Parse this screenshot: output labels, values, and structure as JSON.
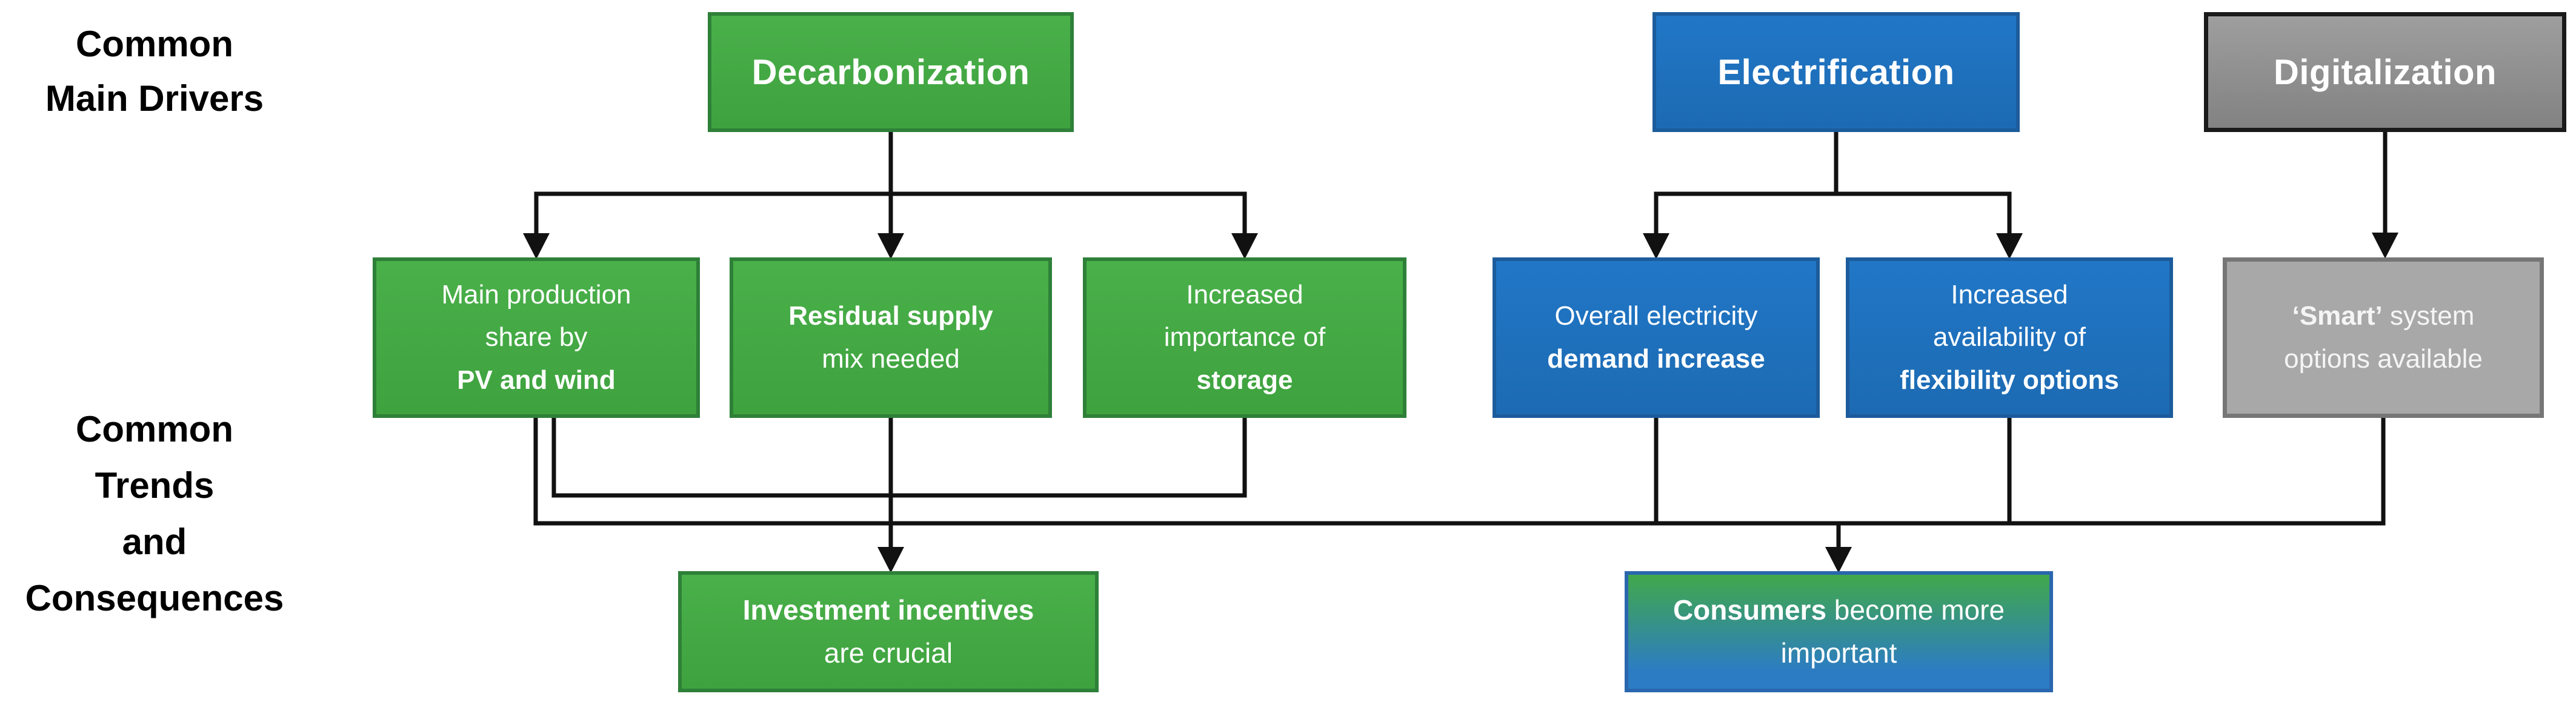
{
  "side_labels": {
    "main_drivers": {
      "lines": [
        "Common",
        "Main Drivers"
      ]
    },
    "trends": {
      "lines": [
        "Common",
        "Trends",
        "and",
        "Consequences"
      ]
    }
  },
  "drivers": [
    {
      "label": "Decarbonization",
      "color": "#41a941"
    },
    {
      "label": "Electrification",
      "color": "#1e73be"
    },
    {
      "label": "Digitalization",
      "color": "#8f8f8f"
    }
  ],
  "trend_nodes": [
    {
      "lines": [
        [
          {
            "t": "Main production",
            "b": false
          }
        ],
        [
          {
            "t": "share by",
            "b": false
          }
        ],
        [
          {
            "t": "PV and wind",
            "b": true
          }
        ]
      ],
      "color": "#41a941"
    },
    {
      "lines": [
        [
          {
            "t": "Residual supply",
            "b": true
          }
        ],
        [
          {
            "t": "mix needed",
            "b": false
          }
        ]
      ],
      "color": "#41a941"
    },
    {
      "lines": [
        [
          {
            "t": "Increased",
            "b": false
          }
        ],
        [
          {
            "t": "importance of",
            "b": false
          }
        ],
        [
          {
            "t": "storage",
            "b": true
          }
        ]
      ],
      "color": "#41a941"
    },
    {
      "lines": [
        [
          {
            "t": "Overall electricity",
            "b": false
          }
        ],
        [
          {
            "t": "demand increase",
            "b": true
          }
        ]
      ],
      "color": "#1e73be"
    },
    {
      "lines": [
        [
          {
            "t": "Increased",
            "b": false
          }
        ],
        [
          {
            "t": "availability of",
            "b": false
          }
        ],
        [
          {
            "t": "flexibility options",
            "b": true
          }
        ]
      ],
      "color": "#1e73be"
    },
    {
      "lines": [
        [
          {
            "t": "‘Smart’",
            "b": true
          },
          {
            "t": " system",
            "b": false
          }
        ],
        [
          {
            "t": "options available",
            "b": false
          }
        ]
      ],
      "color": "#a8a8a8"
    }
  ],
  "consequence_nodes": [
    {
      "lines": [
        [
          {
            "t": "Investment incentives",
            "b": true
          }
        ],
        [
          {
            "t": "are crucial",
            "b": false
          }
        ]
      ],
      "color": "#41a941"
    },
    {
      "lines": [
        [
          {
            "t": "Consumers",
            "b": true
          },
          {
            "t": " become more",
            "b": false
          }
        ],
        [
          {
            "t": "important",
            "b": false
          }
        ]
      ],
      "color_top": "#41a84b",
      "color_bottom": "#2c7cc4"
    }
  ],
  "edges": [
    {
      "from": "Decarbonization",
      "to": "Main production share by PV and wind"
    },
    {
      "from": "Decarbonization",
      "to": "Residual supply mix needed"
    },
    {
      "from": "Decarbonization",
      "to": "Increased importance of storage"
    },
    {
      "from": "Electrification",
      "to": "Overall electricity demand increase"
    },
    {
      "from": "Electrification",
      "to": "Increased availability of flexibility options"
    },
    {
      "from": "Digitalization",
      "to": "‘Smart’ system options available"
    },
    {
      "from": "Main production share by PV and wind",
      "to": "Investment incentives are crucial"
    },
    {
      "from": "Residual supply mix needed",
      "to": "Investment incentives are crucial"
    },
    {
      "from": "Increased importance of storage",
      "to": "Investment incentives are crucial"
    },
    {
      "from": "Main production share by PV and wind",
      "to": "Consumers become more important"
    },
    {
      "from": "Overall electricity demand increase",
      "to": "Consumers become more important"
    },
    {
      "from": "Increased availability of flexibility options",
      "to": "Consumers become more important"
    },
    {
      "from": "‘Smart’ system options available",
      "to": "Consumers become more important"
    }
  ],
  "colors": {
    "line": "#111111",
    "green": "#41a941",
    "blue": "#1e73be",
    "gray": "#8f8f8f"
  }
}
